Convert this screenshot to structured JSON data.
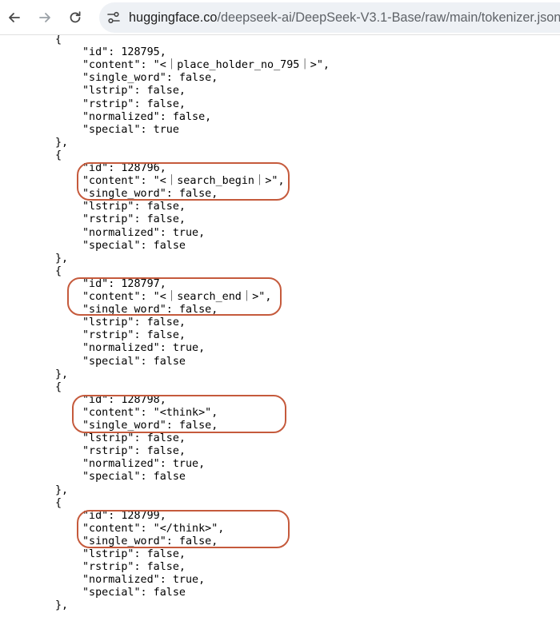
{
  "browser": {
    "url_host": "huggingface.co",
    "url_path": "/deepseek-ai/DeepSeek-V3.1-Base/raw/main/tokenizer.json",
    "icons": [
      "back-arrow-icon",
      "forward-arrow-icon",
      "reload-icon",
      "site-info-icon"
    ],
    "highlight_color": "#c55a3c"
  },
  "json_view": {
    "lines": [
      "{",
      "  \"id\": 128795,",
      "  \"content\": \"<｜place_holder_no_795｜>\",",
      "  \"single_word\": false,",
      "  \"lstrip\": false,",
      "  \"rstrip\": false,",
      "  \"normalized\": false,",
      "  \"special\": true",
      "},",
      "{",
      "  \"id\": 128796,",
      "  \"content\": \"<｜search_begin｜>\",",
      "  \"single_word\": false,",
      "  \"lstrip\": false,",
      "  \"rstrip\": false,",
      "  \"normalized\": true,",
      "  \"special\": false",
      "},",
      "{",
      "  \"id\": 128797,",
      "  \"content\": \"<｜search_end｜>\",",
      "  \"single_word\": false,",
      "  \"lstrip\": false,",
      "  \"rstrip\": false,",
      "  \"normalized\": true,",
      "  \"special\": false",
      "},",
      "{",
      "  \"id\": 128798,",
      "  \"content\": \"<think>\",",
      "  \"single_word\": false,",
      "  \"lstrip\": false,",
      "  \"rstrip\": false,",
      "  \"normalized\": true,",
      "  \"special\": false",
      "},",
      "{",
      "  \"id\": 128799,",
      "  \"content\": \"</think>\",",
      "  \"single_word\": false,",
      "  \"lstrip\": false,",
      "  \"rstrip\": false,",
      "  \"normalized\": true,",
      "  \"special\": false",
      "},"
    ]
  }
}
